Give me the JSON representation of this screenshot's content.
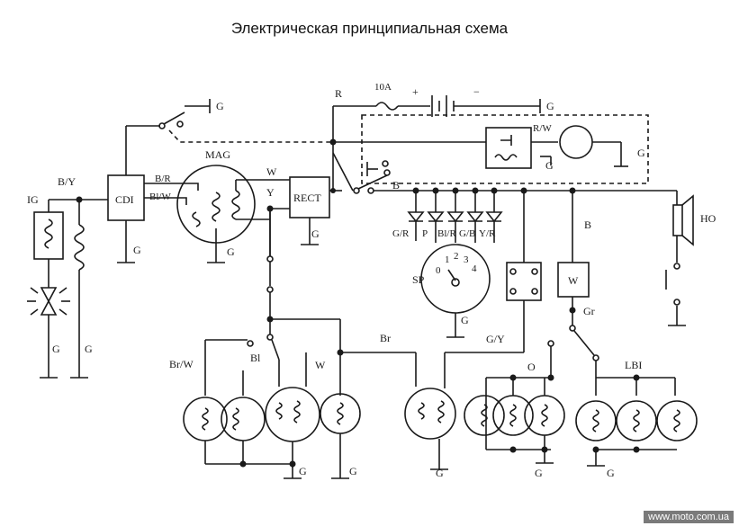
{
  "title": "Электрическая принципиальная схема",
  "watermark": "www.moto.com.ua",
  "labels": {
    "ig": "IG",
    "by": "B/Y",
    "cdi": "CDI",
    "br_wire": "B/R",
    "bl_w": "Bl/W",
    "mag": "MAG",
    "w_top": "W",
    "y": "Y",
    "rect": "RECT",
    "r": "R",
    "fuse": "10A",
    "plus": "+",
    "minus": "−",
    "rw": "R/W",
    "b_main": "B",
    "b_right": "B",
    "ho": "HO",
    "gr_lbl": "G/R",
    "p": "P",
    "bl_r": "Bl/R",
    "gb": "G/B",
    "yr": "Y/R",
    "sp": "SP",
    "sp0": "0",
    "sp1": "1",
    "sp2": "2",
    "sp3": "3",
    "sp4": "4",
    "w_box": "W",
    "gr": "Gr",
    "br_w": "Br/W",
    "bl": "Bl",
    "w_lamp": "W",
    "br": "Br",
    "gy": "G/Y",
    "o": "O",
    "lbi": "LBI",
    "g": "G"
  }
}
